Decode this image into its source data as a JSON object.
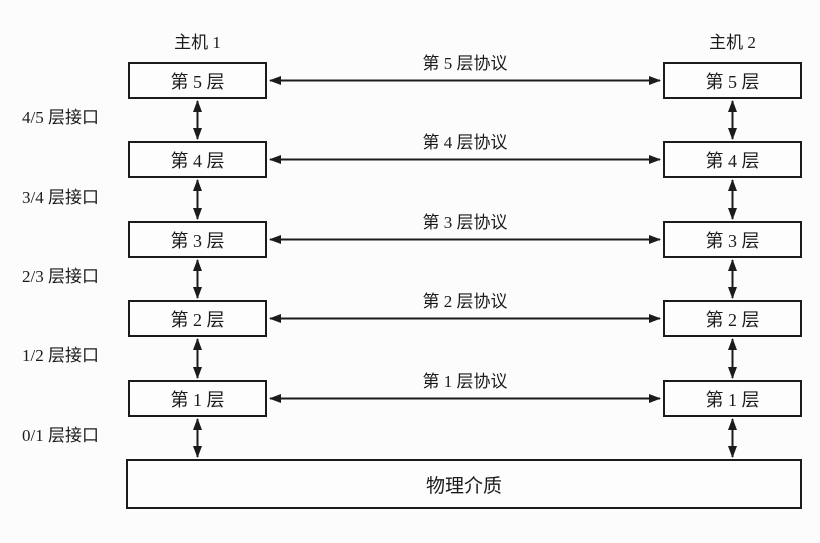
{
  "diagram": {
    "host1_title": "主机 1",
    "host2_title": "主机 2",
    "layers": [
      {
        "host1_box": "第 5 层",
        "host2_box": "第 5 层",
        "protocol": "第 5 层协议"
      },
      {
        "host1_box": "第 4 层",
        "host2_box": "第 4 层",
        "protocol": "第 4 层协议"
      },
      {
        "host1_box": "第 3 层",
        "host2_box": "第 3 层",
        "protocol": "第 3 层协议"
      },
      {
        "host1_box": "第 2 层",
        "host2_box": "第 2 层",
        "protocol": "第 2 层协议"
      },
      {
        "host1_box": "第 1 层",
        "host2_box": "第 1 层",
        "protocol": "第 1 层协议"
      }
    ],
    "interfaces": [
      {
        "label": "4/5 层接口"
      },
      {
        "label": "3/4 层接口"
      },
      {
        "label": "2/3 层接口"
      },
      {
        "label": "1/2 层接口"
      },
      {
        "label": "0/1 层接口"
      }
    ],
    "physical_medium": "物理介质",
    "colors": {
      "line": "#1b1b1b",
      "text": "#1b1b1b",
      "background": "#fcfcfc"
    }
  }
}
